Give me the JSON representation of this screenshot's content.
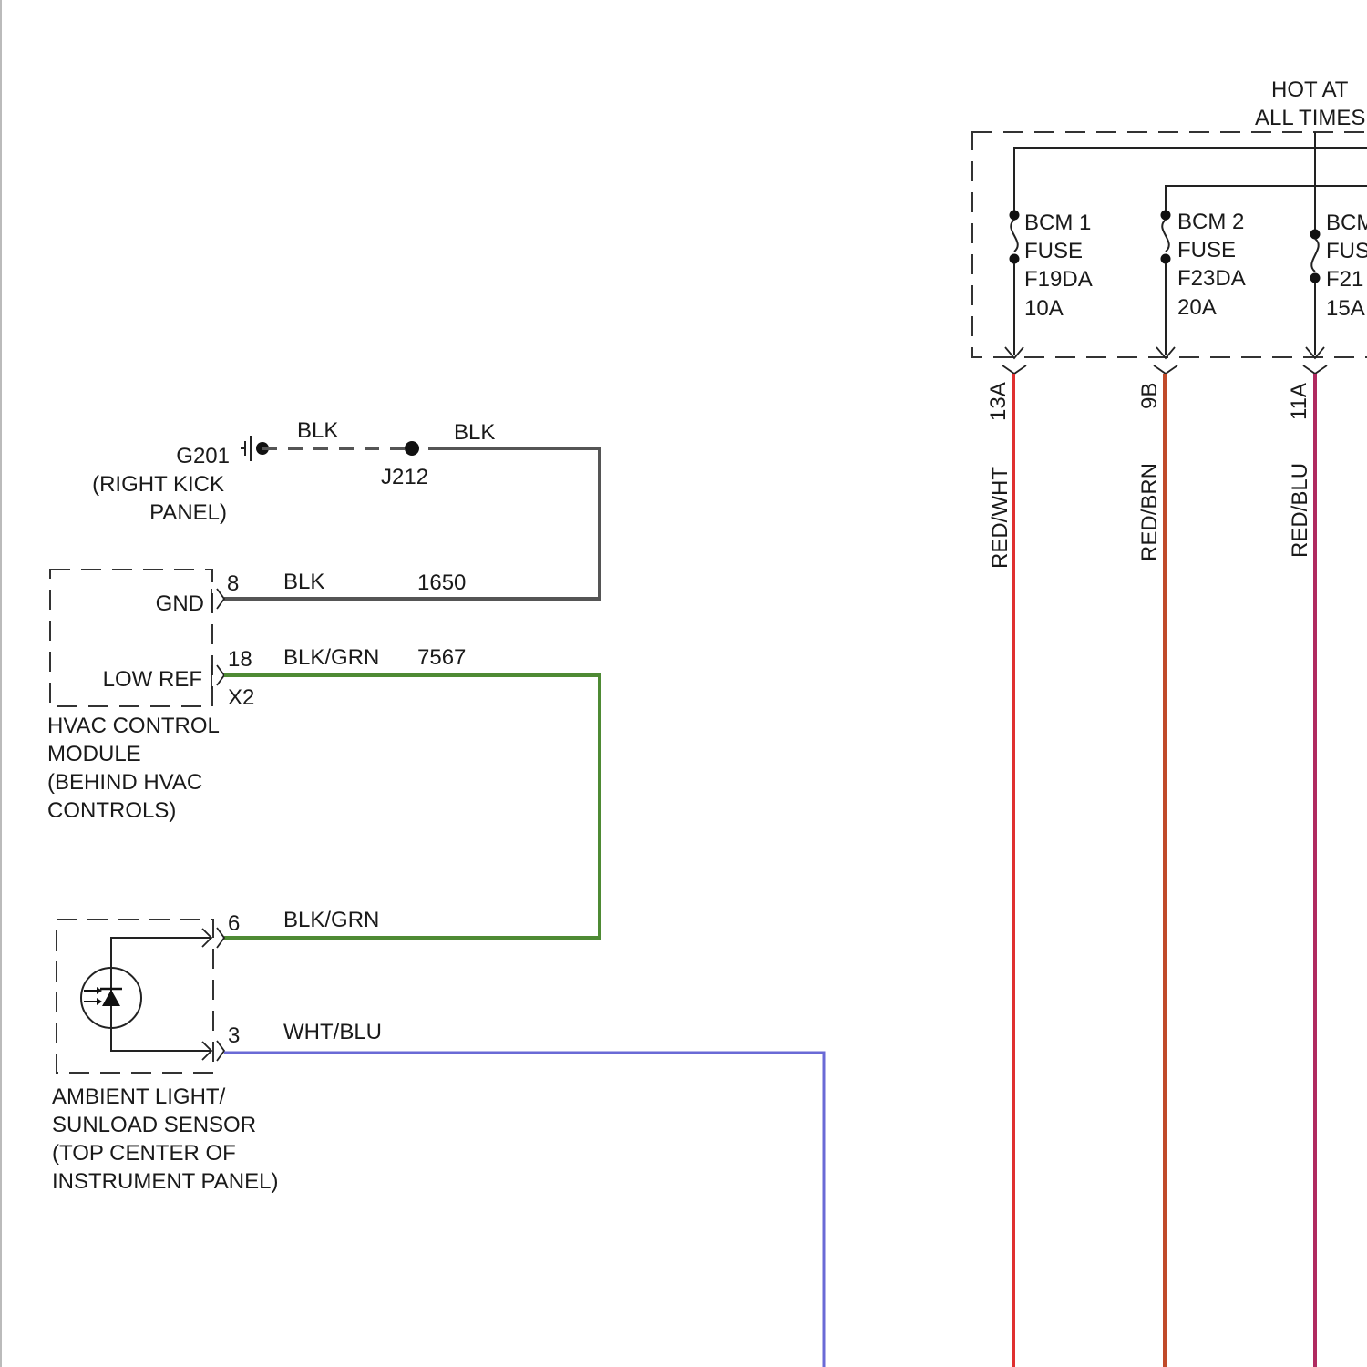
{
  "colors": {
    "blk": "#555555",
    "grn": "#4e8a34",
    "wht_blu": "#6a6ad6",
    "red": "#e03030",
    "brn": "#c04a2a",
    "blu": "#b02a60"
  },
  "ground": {
    "label": "G201",
    "location_1": "(RIGHT KICK",
    "location_2": "PANEL)",
    "wire_left": "BLK",
    "wire_right": "BLK",
    "splice": "J212"
  },
  "hvac_module": {
    "name_1": "HVAC CONTROL",
    "name_2": "MODULE",
    "name_3": "(BEHIND HVAC",
    "name_4": "CONTROLS)",
    "connector": "X2",
    "pins": [
      {
        "pin": "8",
        "label": "GND",
        "color_code": "BLK",
        "circuit": "1650"
      },
      {
        "pin": "18",
        "label": "LOW REF",
        "color_code": "BLK/GRN",
        "circuit": "7567"
      }
    ]
  },
  "sensor": {
    "name_1": "AMBIENT LIGHT/",
    "name_2": "SUNLOAD SENSOR",
    "name_3": "(TOP CENTER OF",
    "name_4": "INSTRUMENT PANEL)",
    "pins": [
      {
        "pin": "6",
        "color_code": "BLK/GRN"
      },
      {
        "pin": "3",
        "color_code": "WHT/BLU"
      }
    ]
  },
  "fuse_block": {
    "hot_1": "HOT AT",
    "hot_2": "ALL TIMES",
    "fuses": [
      {
        "name": "BCM 1",
        "type": "FUSE",
        "id": "F19DA",
        "rating": "10A",
        "pin": "13A",
        "color_code": "RED/WHT"
      },
      {
        "name": "BCM 2",
        "type": "FUSE",
        "id": "F23DA",
        "rating": "20A",
        "pin": "9B",
        "color_code": "RED/BRN"
      },
      {
        "name": "BCM",
        "type": "FUSE",
        "id": "F21",
        "rating": "15A",
        "pin": "11A",
        "color_code": "RED/BLU"
      }
    ]
  }
}
